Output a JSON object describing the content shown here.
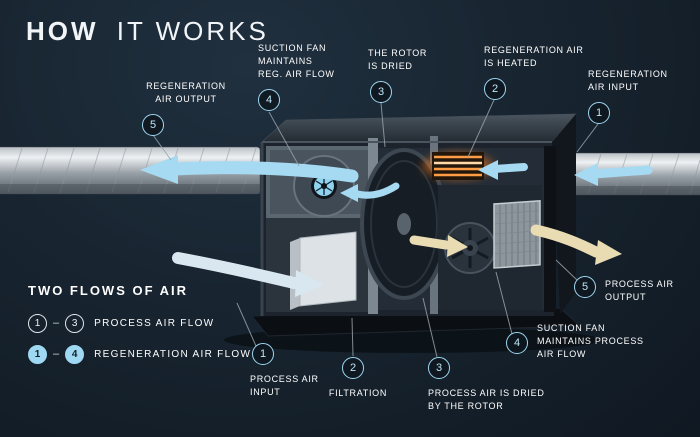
{
  "header": {
    "title_primary": "HOW",
    "title_secondary": "IT WORKS"
  },
  "callouts": [
    {
      "num": "5",
      "label": "REGENERATION\nAIR OUTPUT"
    },
    {
      "num": "4",
      "label": "SUCTION FAN\nMAINTAINS\nREG. AIR FLOW"
    },
    {
      "num": "3",
      "label": "THE ROTOR\nIS DRIED"
    },
    {
      "num": "2",
      "label": "REGENERATION AIR\nIS HEATED"
    },
    {
      "num": "1",
      "label": "REGENERATION\nAIR INPUT"
    },
    {
      "num": "5",
      "label": "PROCESS AIR\nOUTPUT"
    },
    {
      "num": "4",
      "label": "SUCTION FAN\nMAINTAINS PROCESS\nAIR FLOW"
    },
    {
      "num": "3",
      "label": "PROCESS AIR IS DRIED\nBY THE ROTOR"
    },
    {
      "num": "2",
      "label": "FILTRATION"
    },
    {
      "num": "1",
      "label": "PROCESS AIR\nINPUT"
    }
  ],
  "legend": {
    "title": "TWO FLOWS OF AIR",
    "rows": [
      {
        "from": "1",
        "dash": "–",
        "to": "3",
        "label": "PROCESS AIR FLOW"
      },
      {
        "from": "1",
        "dash": "–",
        "to": "4",
        "label": "REGENERATION AIR FLOW"
      }
    ]
  },
  "colors": {
    "background": "#16222d",
    "accent_blue": "#9fd8f2",
    "flow_blue": "#a5daf2",
    "cream": "#e9dcb2",
    "heater_orange": "#ff9d45",
    "text": "#ffffff"
  }
}
